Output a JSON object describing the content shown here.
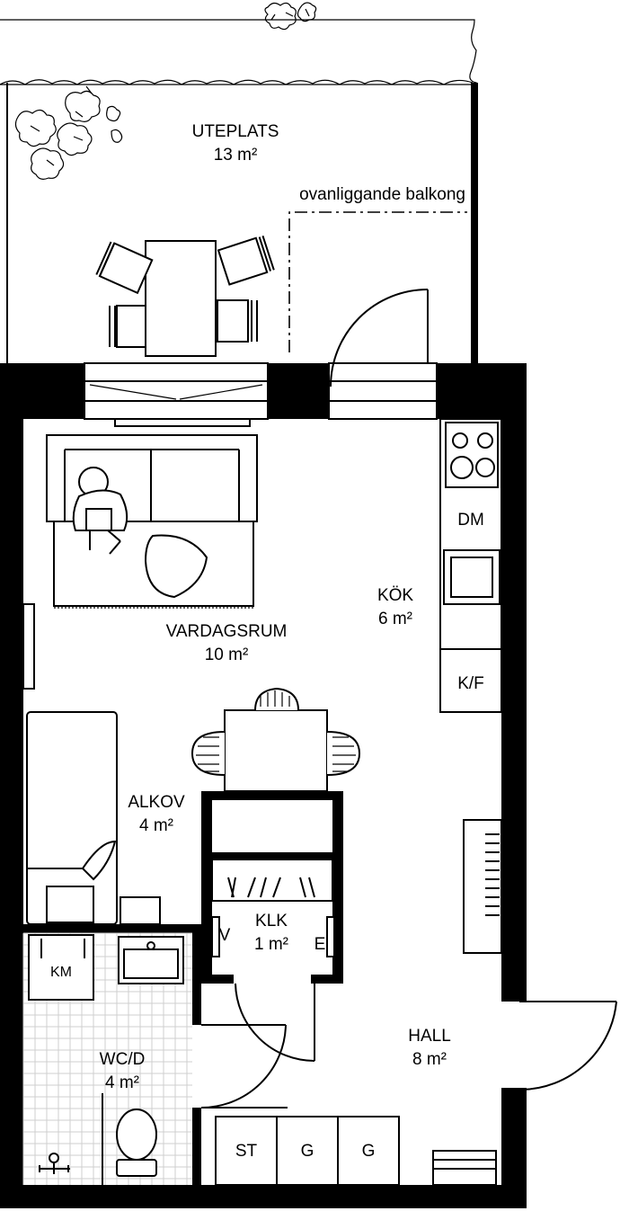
{
  "rooms": {
    "uteplats": {
      "name": "UTEPLATS",
      "area": "13 m²"
    },
    "vardagsrum": {
      "name": "VARDAGSRUM",
      "area": "10 m²"
    },
    "kok": {
      "name": "KÖK",
      "area": "6 m²"
    },
    "alkov": {
      "name": "ALKOV",
      "area": "4 m²"
    },
    "klk": {
      "name": "KLK",
      "area": "1 m²"
    },
    "hall": {
      "name": "HALL",
      "area": "8 m²"
    },
    "wcd": {
      "name": "WC/D",
      "area": "4 m²"
    }
  },
  "annotations": {
    "balcony": "ovanliggande balkong"
  },
  "appliances": {
    "dm": "DM",
    "kf": "K/F",
    "km": "KM",
    "st": "ST",
    "g1": "G",
    "g2": "G",
    "v": "V",
    "e": "E"
  },
  "colors": {
    "wall": "#000000",
    "background": "#ffffff",
    "tile": "#cfcfcf"
  }
}
